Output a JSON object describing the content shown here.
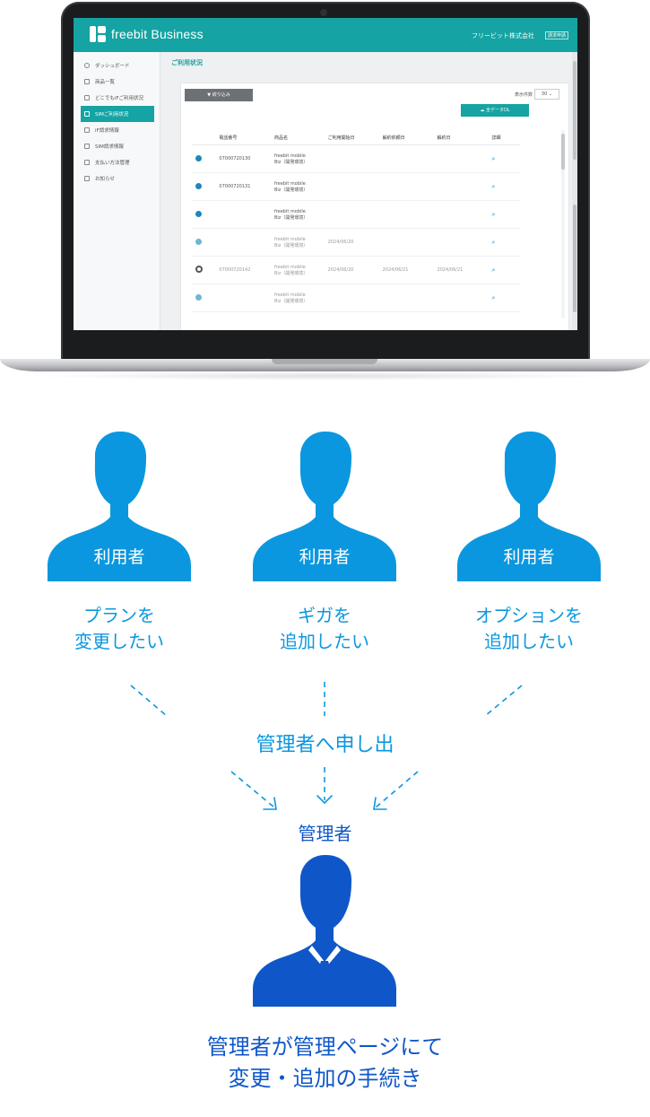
{
  "app": {
    "logo_text": "freebit Business",
    "company": "フリービット株式会社",
    "login": "請求申請",
    "sidebar": [
      {
        "label": "ダッシュボード"
      },
      {
        "label": "商品一覧"
      },
      {
        "label": "どこでもiFご利用状況"
      },
      {
        "label": "SIMご利用状況"
      },
      {
        "label": "iF請求情報"
      },
      {
        "label": "SIM請求情報"
      },
      {
        "label": "支払い方法管理"
      },
      {
        "label": "お知らせ"
      }
    ],
    "page_title": "ご利用状況",
    "filter_button": "絞り込み",
    "per_page_label": "表示件数",
    "per_page_value": "30 ⌄",
    "download_button": "全データDL",
    "columns": [
      "",
      "電話番号",
      "商品名",
      "ご利用開始日",
      "解約依頼日",
      "解約日",
      "詳細"
    ],
    "rows": [
      {
        "status": "check",
        "number": "07000720130",
        "product": "freebit mobile",
        "product2": "Biz（開発環境）",
        "start": "",
        "request": "",
        "end": ""
      },
      {
        "status": "check",
        "number": "07000720131",
        "product": "freebit mobile",
        "product2": "Biz（開発環境）",
        "start": "",
        "request": "",
        "end": ""
      },
      {
        "status": "check",
        "number": "",
        "product": "freebit mobile",
        "product2": "Biz（開発環境）",
        "start": "",
        "request": "",
        "end": ""
      },
      {
        "status": "check-light",
        "number": "",
        "product": "freebit mobile",
        "product2": "Biz（開発環境）",
        "start": "2024/06/20",
        "request": "",
        "end": ""
      },
      {
        "status": "ring",
        "number": "07000720142",
        "product": "freebit mobile",
        "product2": "Biz（開発環境）",
        "start": "2024/06/20",
        "request": "2024/06/21",
        "end": "2024/06/21"
      },
      {
        "status": "check-light",
        "number": "",
        "product": "freebit mobile",
        "product2": "Biz（開発環境）",
        "start": "",
        "request": "",
        "end": ""
      }
    ]
  },
  "users": [
    {
      "label": "利用者",
      "wish_line1": "プランを",
      "wish_line2": "変更したい"
    },
    {
      "label": "利用者",
      "wish_line1": "ギガを",
      "wish_line2": "追加したい"
    },
    {
      "label": "利用者",
      "wish_line1": "オプションを",
      "wish_line2": "追加したい"
    }
  ],
  "request_text": "管理者へ申し出",
  "admin_label": "管理者",
  "admin_action_line1": "管理者が管理ページにて",
  "admin_action_line2": "変更・追加の手続き",
  "colors": {
    "user_blue": "#0b97df",
    "admin_blue": "#0f57c8",
    "app_teal": "#15a3a3"
  }
}
